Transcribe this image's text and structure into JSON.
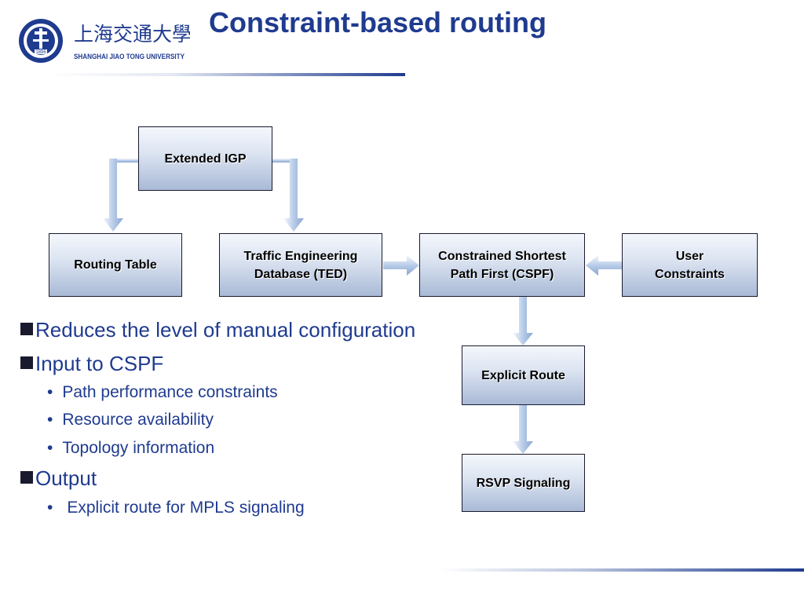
{
  "slide": {
    "title": "Constraint-based routing",
    "logo": {
      "chinese_name": "上海交通大學",
      "english_name": "SHANGHAI  JIAO TONG  UNIVERSITY",
      "emblem_year": "1896"
    }
  },
  "diagram": {
    "nodes": {
      "extended_igp": "Extended IGP",
      "routing_table": "Routing Table",
      "ted": [
        "Traffic Engineering",
        "Database (TED)"
      ],
      "cspf": [
        "Constrained Shortest",
        "Path First (CSPF)"
      ],
      "user_constraints": [
        "User",
        "Constraints"
      ],
      "explicit_route": "Explicit Route",
      "rsvp": "RSVP Signaling"
    },
    "edges": [
      {
        "from": "Extended IGP",
        "to": "Routing Table"
      },
      {
        "from": "Extended IGP",
        "to": "Traffic Engineering Database (TED)"
      },
      {
        "from": "Traffic Engineering Database (TED)",
        "to": "Constrained Shortest Path First (CSPF)"
      },
      {
        "from": "User Constraints",
        "to": "Constrained Shortest Path First (CSPF)"
      },
      {
        "from": "Constrained Shortest Path First (CSPF)",
        "to": "Explicit Route"
      },
      {
        "from": "Explicit Route",
        "to": "RSVP Signaling"
      }
    ]
  },
  "bullets": {
    "b1": "Reduces the level of manual configuration",
    "b2": "Input to CSPF",
    "b2_sub1": "Path performance constraints",
    "b2_sub2": "Resource availability",
    "b2_sub3": "Topology information",
    "b3": "Output",
    "b3_sub1": "Explicit route for MPLS signaling",
    "bullet_glyph": "•"
  },
  "colors": {
    "title": "#1f3b8f",
    "bullet_text": "#1f3b8f",
    "node_border": "#1a1a2e",
    "arrow": "#a7c0e0"
  }
}
